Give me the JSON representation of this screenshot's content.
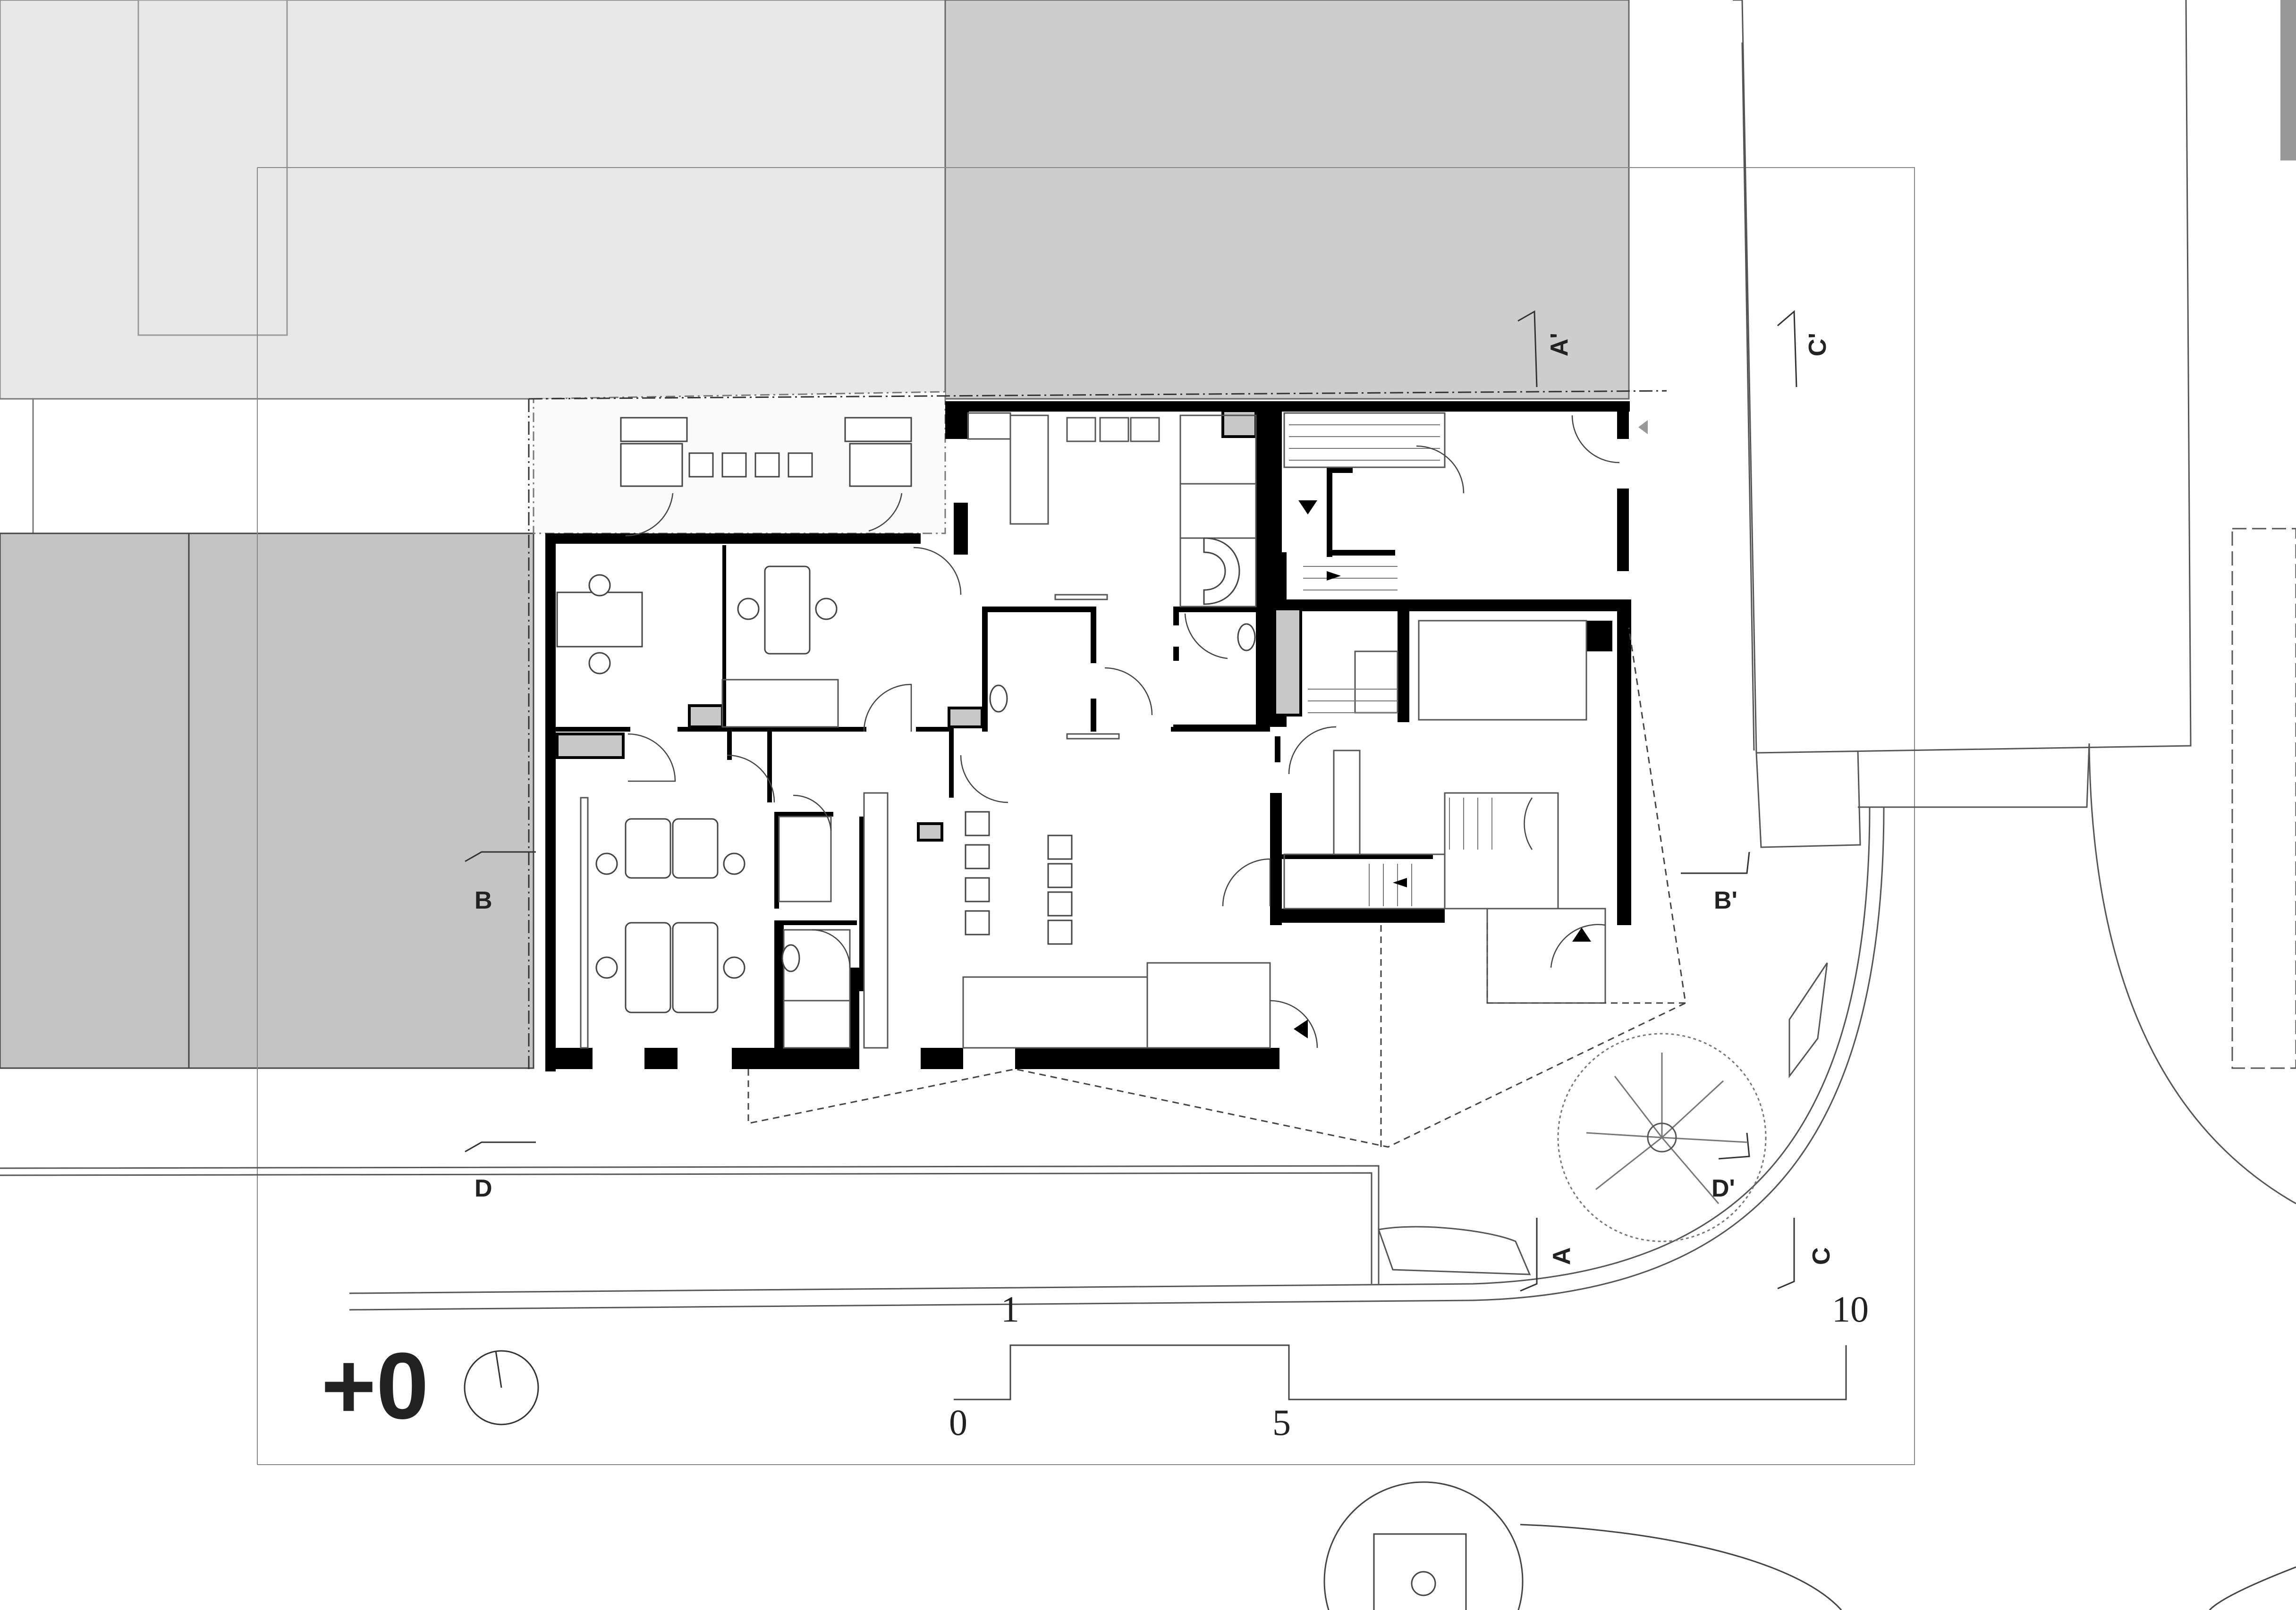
{
  "level_label": "+0",
  "section_markers": {
    "a_prime": "A'",
    "a": "A",
    "b": "B",
    "b_prime": "B'",
    "c_prime": "C'",
    "c": "C",
    "d": "D",
    "d_prime": "D'"
  },
  "scale_bar": {
    "label_0": "0",
    "label_1": "1",
    "label_5": "5",
    "label_10": "10"
  },
  "colors": {
    "wall": "#000000",
    "neighbor_light": "#e8e8e8",
    "neighbor_mid": "#cdcdcd",
    "neighbor_dark": "#c4c4c4",
    "line": "#555555"
  }
}
